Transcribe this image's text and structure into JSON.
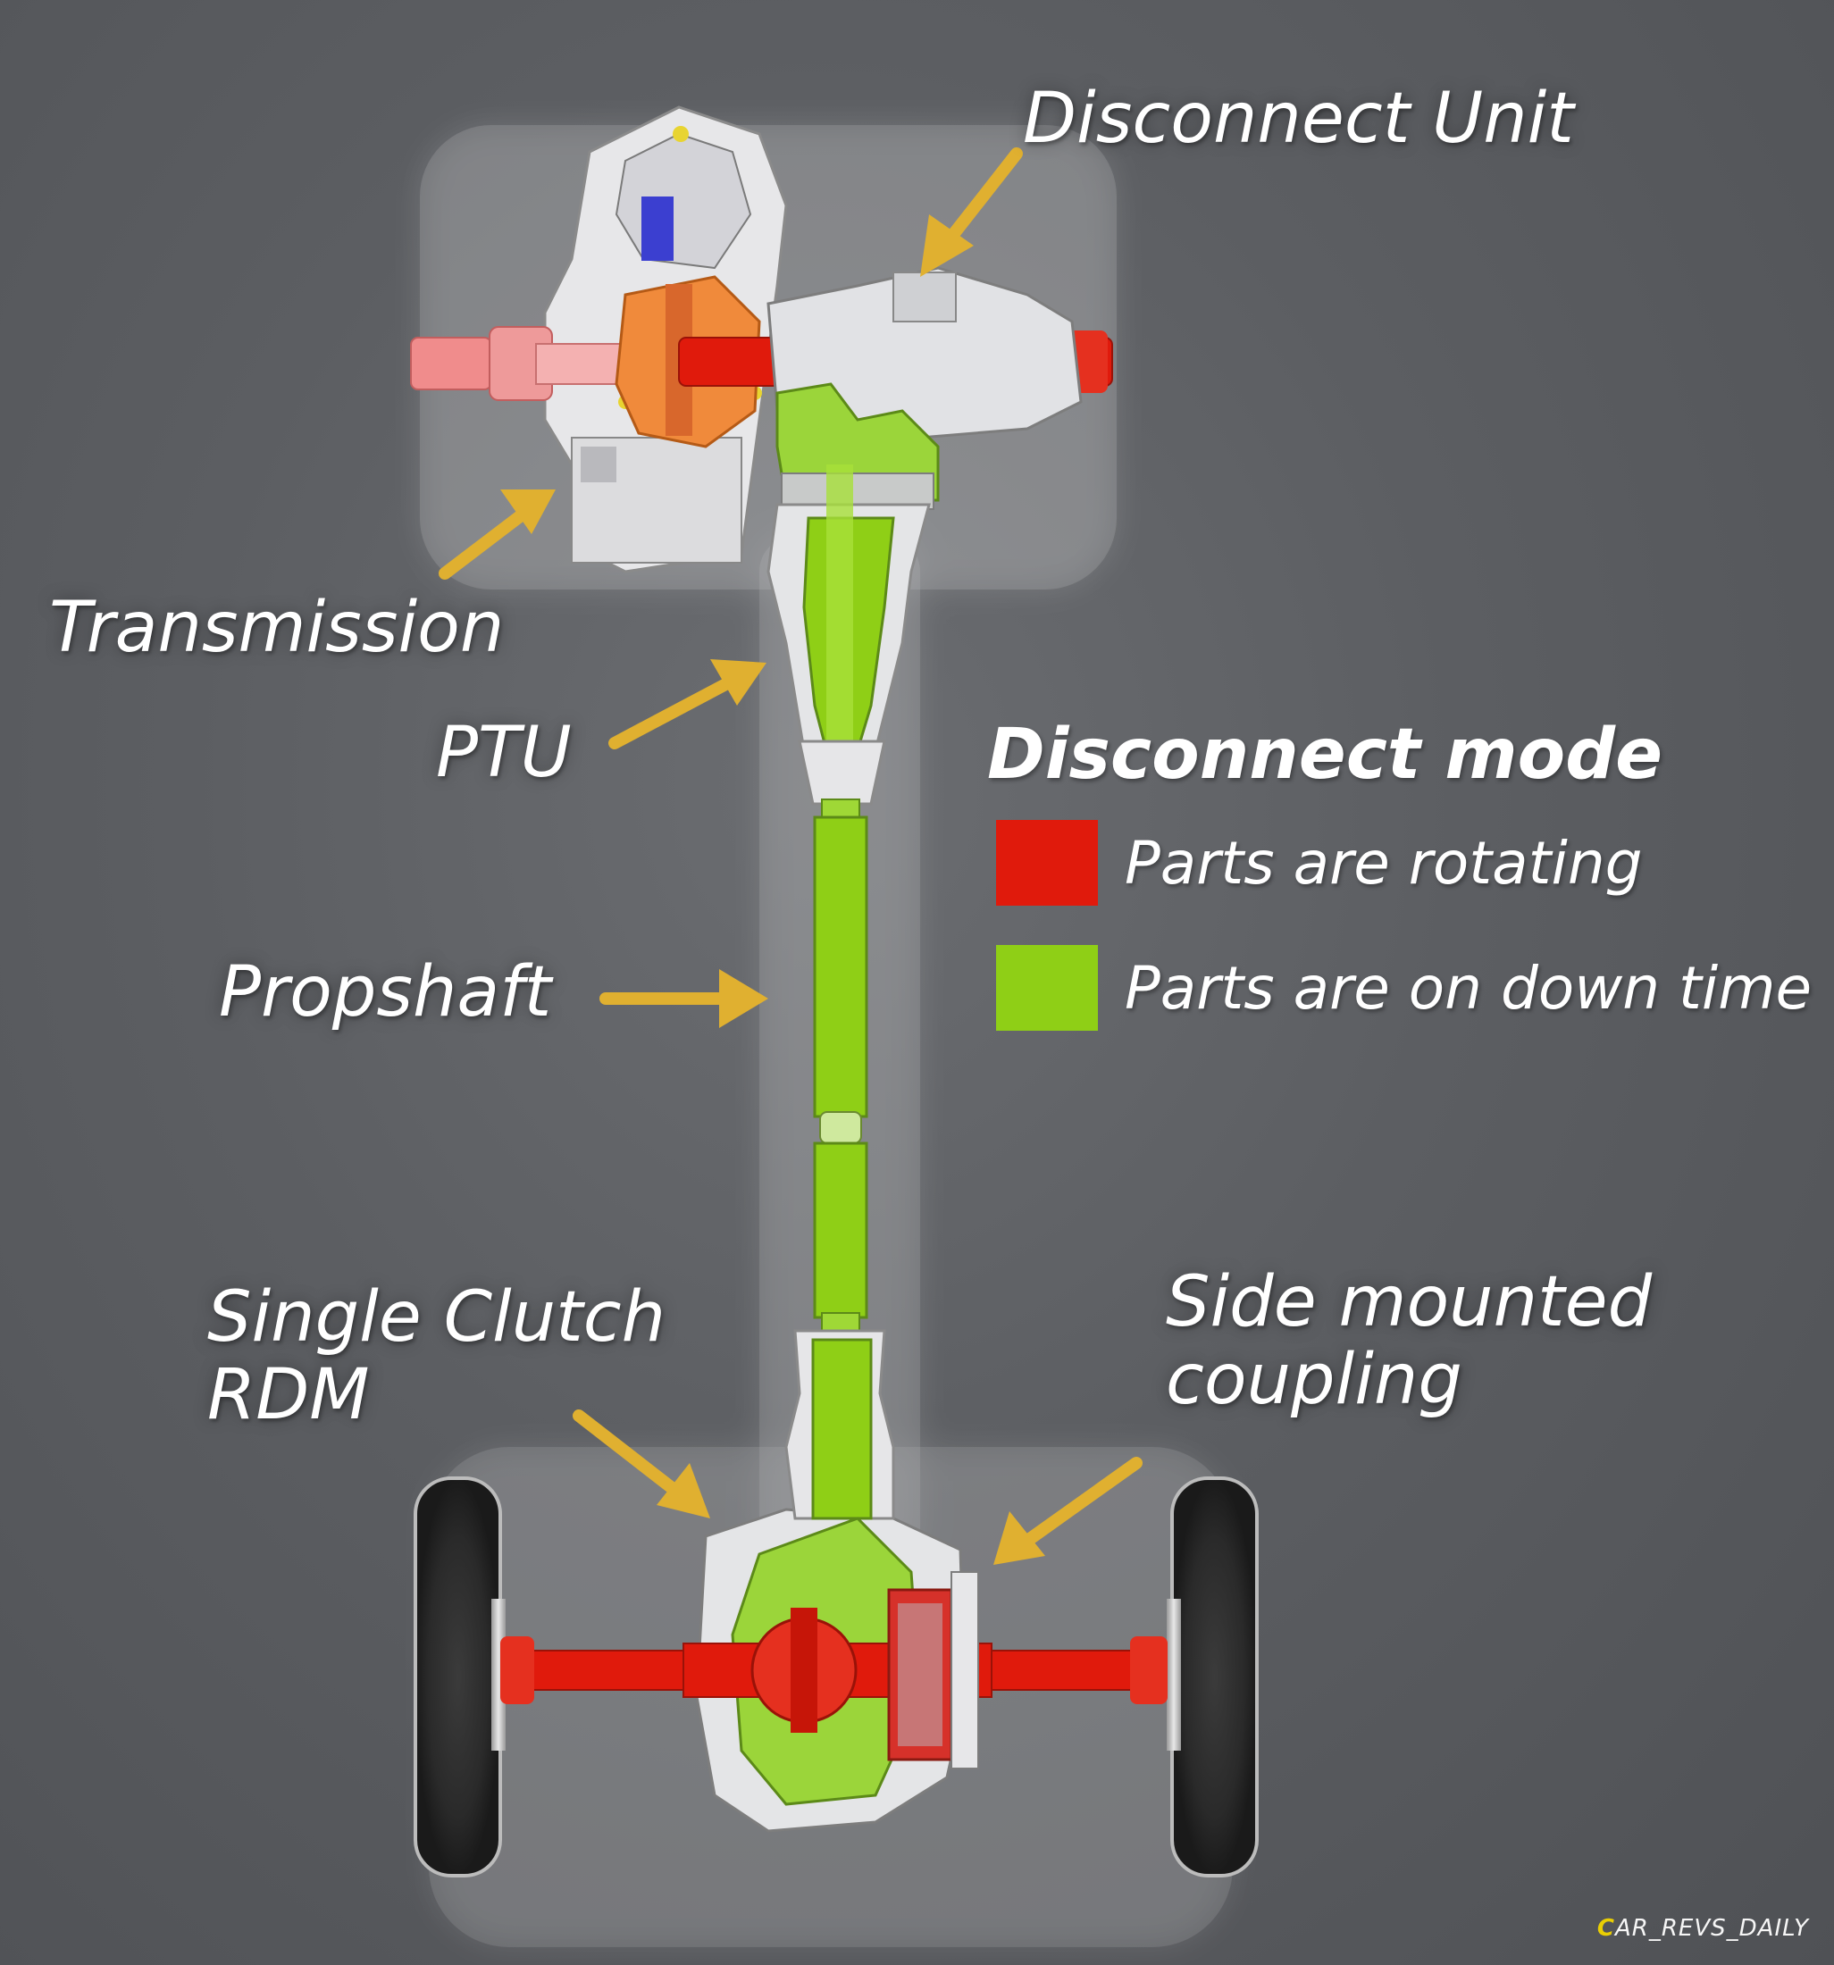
{
  "labels": {
    "disconnect_unit": "Disconnect Unit",
    "transmission": "Transmission",
    "ptu": "PTU",
    "propshaft": "Propshaft",
    "single_clutch_line1": "Single Clutch",
    "single_clutch_line2": "RDM",
    "side_mounted_line1": "Side mounted",
    "side_mounted_line2": "coupling"
  },
  "legend": {
    "title": "Disconnect mode",
    "items": [
      {
        "label": "Parts are rotating",
        "color": "#e01a0c"
      },
      {
        "label": "Parts are on down time",
        "color": "#8fcf16"
      }
    ]
  },
  "watermark": {
    "first_letter": "C",
    "rest": "AR_REVS_DAILY"
  },
  "colors": {
    "arrow": "#e0b030",
    "rotating": "#e01a0c",
    "down_time": "#8fcf16",
    "housing": "#e6e6e6"
  }
}
